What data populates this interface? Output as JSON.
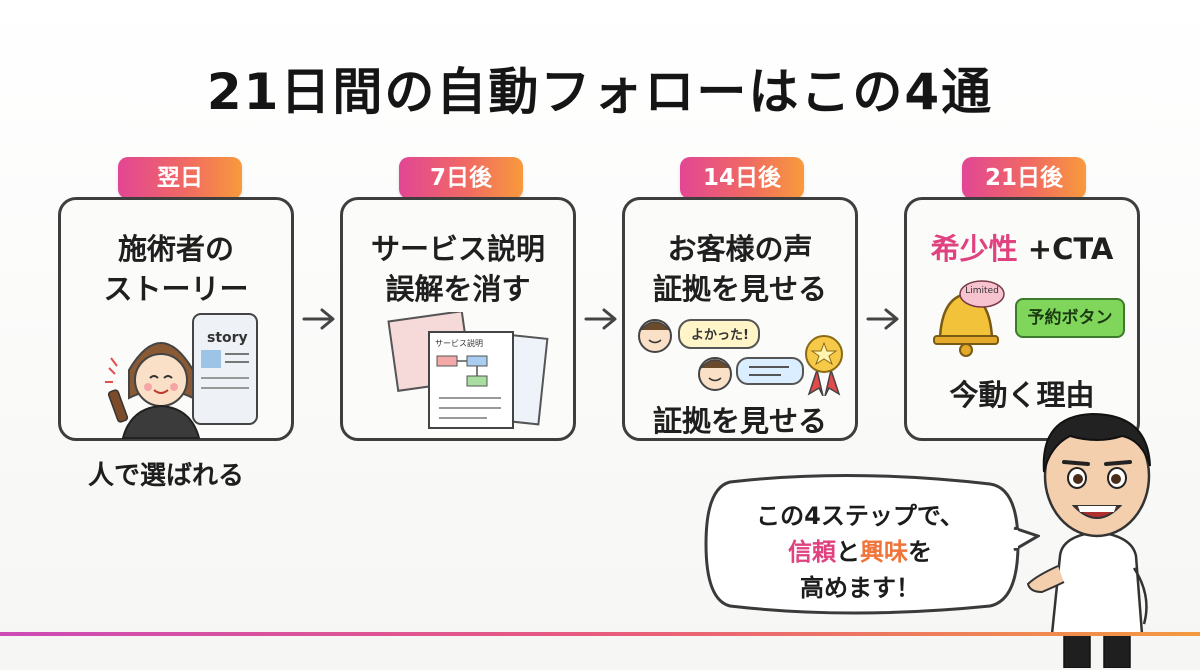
{
  "title": "21日間の自動フォローはこの4通",
  "steps": [
    {
      "badge": "翌日",
      "lines": [
        "施術者の",
        "ストーリー"
      ],
      "caption": "人で選ばれる",
      "illustration_text": "story"
    },
    {
      "badge": "7日後",
      "lines": [
        "サービス説明",
        "誤解を消す"
      ],
      "illustration_text": "サービス説明"
    },
    {
      "badge": "14日後",
      "lines": [
        "お客様の声",
        "証拠を見せる"
      ],
      "caption": "証拠を見せる",
      "illustration_text": "よかった!"
    },
    {
      "badge": "21日後",
      "headline_highlight": "希少性",
      "headline_rest": "+CTA",
      "caption": "今動く理由",
      "tag": "Limited",
      "button": "予約ボタン"
    }
  ],
  "bubble": {
    "line1": "この4ステップで、",
    "word1": "信頼",
    "connector": "と",
    "word2": "興味",
    "suffix": "を",
    "line3": "高めます！"
  },
  "colors": {
    "badge_gradient_start": "#e24694",
    "badge_gradient_end": "#f89a3c",
    "card_border": "#3e3e3e",
    "highlight_pink": "#e0417f",
    "highlight_orange": "#f0743a",
    "cta_green": "#7fd65a"
  }
}
